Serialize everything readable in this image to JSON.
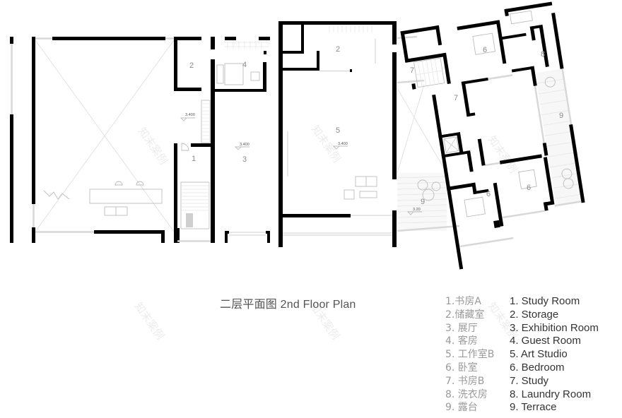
{
  "title": {
    "cn": "二层平面图",
    "en": "2nd Floor Plan"
  },
  "legend": [
    {
      "num": "1",
      "cn": "1.书房A",
      "en": "1. Study Room"
    },
    {
      "num": "2",
      "cn": "2.储藏室",
      "en": "2. Storage"
    },
    {
      "num": "3",
      "cn": "3. 展厅",
      "en": "3. Exhibition Room"
    },
    {
      "num": "4",
      "cn": "4. 客房",
      "en": "4. Guest Room"
    },
    {
      "num": "5",
      "cn": "5. 工作室B",
      "en": "5. Art Studio"
    },
    {
      "num": "6",
      "cn": "6. 卧室",
      "en": "6. Bedroom"
    },
    {
      "num": "7",
      "cn": "7. 书房B",
      "en": "7. Study"
    },
    {
      "num": "8",
      "cn": "8. 洗衣房",
      "en": "8. Laundry Room"
    },
    {
      "num": "9",
      "cn": "9. 露台",
      "en": "9. Terrace"
    }
  ],
  "room_labels": [
    {
      "id": "r2a",
      "text": "2"
    },
    {
      "id": "r4",
      "text": "4"
    },
    {
      "id": "r1",
      "text": "1"
    },
    {
      "id": "r3",
      "text": "3"
    },
    {
      "id": "r2b",
      "text": "2"
    },
    {
      "id": "r5",
      "text": "5"
    },
    {
      "id": "r7a",
      "text": "7"
    },
    {
      "id": "r7b",
      "text": "7"
    },
    {
      "id": "r6a",
      "text": "6"
    },
    {
      "id": "r8",
      "text": "8"
    },
    {
      "id": "r9a",
      "text": "9"
    },
    {
      "id": "r9b",
      "text": "9"
    },
    {
      "id": "r6b",
      "text": "6"
    },
    {
      "id": "r6c",
      "text": "6"
    }
  ],
  "elevations": [
    {
      "id": "e1",
      "text": "3.400"
    },
    {
      "id": "e2",
      "text": "3.400"
    },
    {
      "id": "e3",
      "text": "3.400"
    },
    {
      "id": "e4",
      "text": "3.20"
    }
  ],
  "watermark": "知末案例",
  "colors": {
    "wall": "#000000",
    "title_text": "#555555",
    "legend_cn": "#9a9a9a",
    "legend_en": "#333333"
  }
}
